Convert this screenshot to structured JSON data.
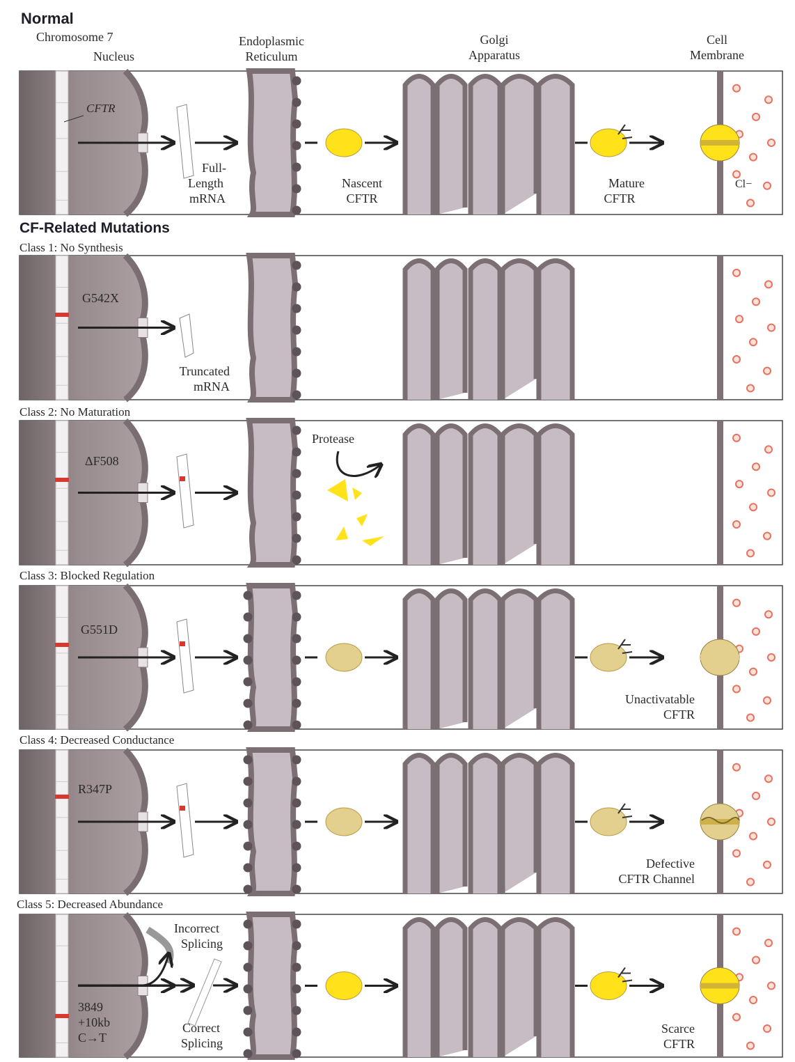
{
  "normal_title": "Normal",
  "mutations_title": "CF-Related Mutations",
  "headers": {
    "chromosome": "Chromosome 7",
    "nucleus": "Nucleus",
    "er": [
      "Endoplasmic",
      "Reticulum"
    ],
    "golgi": [
      "Golgi",
      "Apparatus"
    ],
    "membrane": [
      "Cell",
      "Membrane"
    ]
  },
  "normal": {
    "gene": "CFTR",
    "mrna": [
      "Full-",
      "Length",
      "mRNA"
    ],
    "nascent": [
      "Nascent",
      "CFTR"
    ],
    "mature": [
      "Mature",
      "CFTR"
    ],
    "chloride": "Cl−"
  },
  "classes": [
    {
      "title": "Class 1: No Synthesis",
      "mutation": "G542X",
      "mrna": [
        "Truncated",
        "mRNA"
      ]
    },
    {
      "title": "Class 2: No Maturation",
      "mutation": "ΔF508",
      "protease": "Protease"
    },
    {
      "title": "Class 3: Blocked Regulation",
      "mutation": "G551D",
      "note": [
        "Unactivatable",
        "CFTR"
      ]
    },
    {
      "title": "Class 4: Decreased Conductance",
      "mutation": "R347P",
      "note": [
        "Defective",
        "CFTR Channel"
      ]
    },
    {
      "title": "Class 5: Decreased Abundance",
      "mutation": [
        "3849",
        "+10kb",
        "C→T"
      ],
      "incorrect": [
        "Incorrect",
        "Splicing"
      ],
      "correct": [
        "Correct",
        "Splicing"
      ],
      "note": [
        "Scarce",
        "CFTR"
      ]
    }
  ],
  "colors": {
    "nucleus_dark": "#6e6466",
    "nucleus_light": "#ac9fa2",
    "organelle_fill": "#c8bcc4",
    "organelle_edge": "#7b6f74",
    "normal_protein": "#ffe21a",
    "mutant_protein": "#e3cf8e",
    "mutation_mark": "#d9382e",
    "chloride": "#e8715f"
  }
}
